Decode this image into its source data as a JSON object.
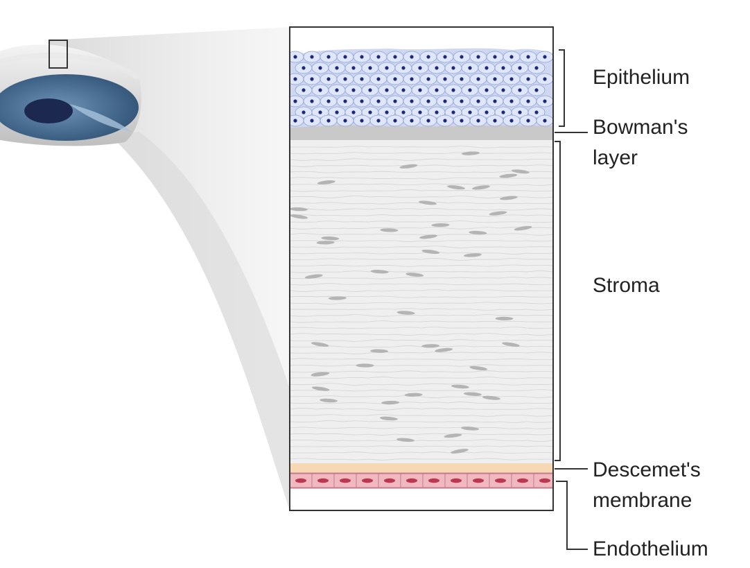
{
  "labels": {
    "epithelium": "Epithelium",
    "bowman_line1": "Bowman's",
    "bowman_line2": "layer",
    "stroma": "Stroma",
    "descemet_line1": "Descemet's",
    "descemet_line2": "membrane",
    "endothelium": "Endothelium"
  },
  "colors": {
    "epithelium_fill": "#cfd8f0",
    "epithelium_cell_outline": "#8a9fd6",
    "epithelium_nucleus": "#1d2a7a",
    "bowman_fill": "#c9c9c9",
    "stroma_fill": "#efefef",
    "stroma_cell": "#b4b4b4",
    "descemet_fill": "#f6d9b4",
    "endothelium_fill": "#f2b8c0",
    "endothelium_nucleus": "#b83a52",
    "iris": "#4a6f96",
    "pupil": "#1c2850",
    "bracket": "#333333"
  }
}
